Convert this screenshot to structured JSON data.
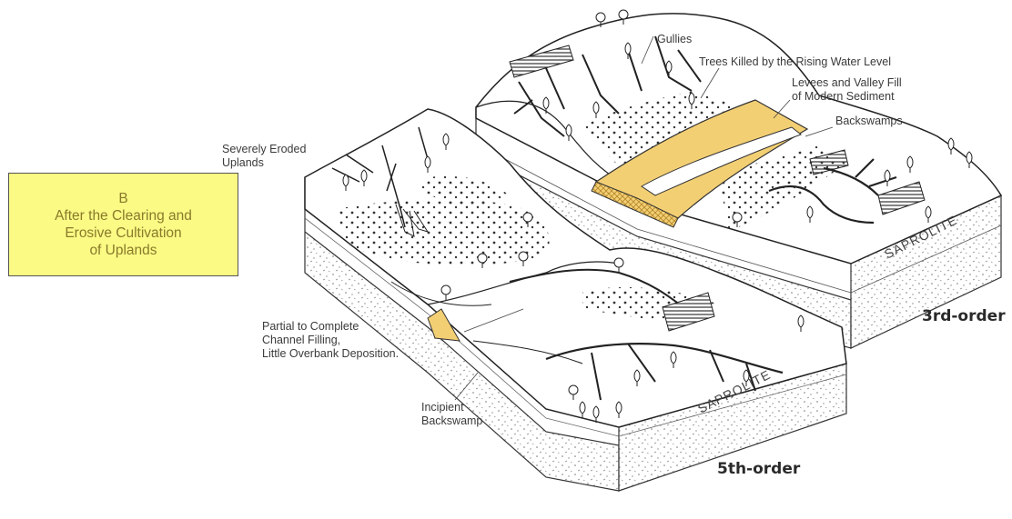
{
  "caption": {
    "letter": "B",
    "line1": "After the Clearing and",
    "line2": "Erosive Cultivation",
    "line3": "of Uplands"
  },
  "labels": {
    "gullies": "Gullies",
    "trees_killed": "Trees Killed by the Rising Water Level",
    "levees_line1": "Levees and Valley Fill",
    "levees_line2": "of Modern Sediment",
    "backswamps": "Backswamps",
    "eroded_line1": "Severely Eroded",
    "eroded_line2": "Uplands",
    "partial_line1": "Partial to Complete",
    "partial_line2": "Channel Filling,",
    "partial_line3": "Little Overbank Deposition.",
    "incipient_line1": "Incipient",
    "incipient_line2": "Backswamp",
    "saprolite": "SAPROLITE"
  },
  "orders": {
    "third": "3rd-order",
    "fifth": "5th-order"
  },
  "colors": {
    "sediment": "#f3cf74",
    "sediment_edge": "#d9a93a",
    "caption_fill": "#fafa85",
    "caption_text": "#8a7a2a"
  }
}
